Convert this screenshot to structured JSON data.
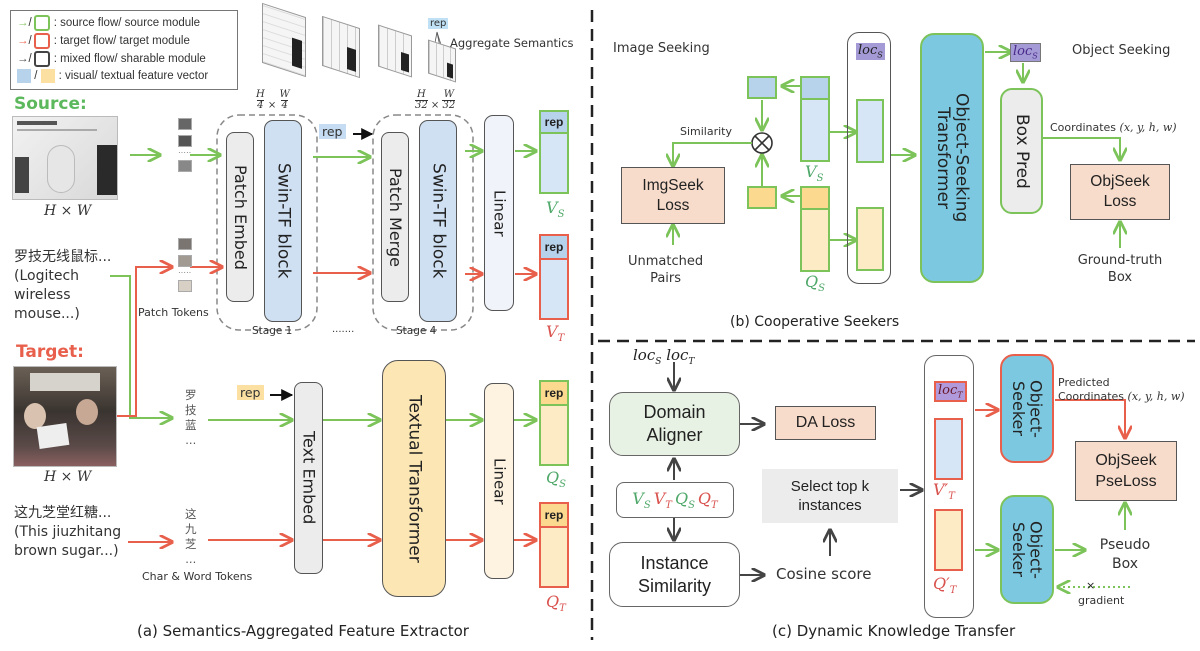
{
  "legend": {
    "items": [
      {
        "label": ": source flow/ source module",
        "color": "#7cc35a"
      },
      {
        "label": ": target flow/ target module",
        "color": "#e8604c"
      },
      {
        "label": ": mixed flow/ sharable module",
        "color": "#444444"
      },
      {
        "label": ": visual/ textual feature vector",
        "color_a": "#b7d3ec",
        "color_b": "#fbe0a2"
      }
    ]
  },
  "colors": {
    "source": "#7cc35a",
    "target": "#e8604c",
    "mixed": "#444444",
    "visual_vec": "#c9dcf0",
    "textual_vec": "#fbe8b8",
    "loss_box": "#f8dccb",
    "transformer_blue": "#7cc8e0"
  },
  "panel_a": {
    "caption": "(a) Semantics-Aggregated Feature Extractor",
    "source_label": "Source:",
    "target_label": "Target:",
    "img_size": "H × W",
    "source_text_cn": "罗技无线鼠标...",
    "source_text_en": [
      "(Logitech",
      "wireless",
      "mouse...)"
    ],
    "target_text_cn": "这九芝堂红糖...",
    "target_text_en": [
      "(This jiuzhitang",
      "brown sugar...)"
    ],
    "patch_tokens": "Patch Tokens",
    "char_word_tokens": "Char & Word Tokens",
    "source_chars": [
      "罗",
      "技",
      "蓝",
      "..."
    ],
    "target_chars": [
      "这",
      "九",
      "芝",
      "..."
    ],
    "aggregate_semantics": "Aggregate Semantics",
    "rep": "rep",
    "res_stage1": {
      "num_h": "H",
      "den_h": "4",
      "num_w": "W",
      "den_w": "4"
    },
    "res_stage4": {
      "num_h": "H",
      "den_h": "32",
      "num_w": "W",
      "den_w": "32"
    },
    "patch_embed": "Patch Embed",
    "swin_block": "Swin-TF block",
    "patch_merge": "Patch Merge",
    "linear": "Linear",
    "stage1": "Stage 1",
    "stage4": "Stage 4",
    "dots": ".......",
    "text_embed": "Text Embed",
    "textual_transformer": "Textual Transformer",
    "vs": "V",
    "vs_sub": "S",
    "vt": "V",
    "vt_sub": "T",
    "qs": "Q",
    "qs_sub": "S",
    "qt": "Q",
    "qt_sub": "T"
  },
  "panel_b": {
    "caption": "(b) Cooperative Seekers",
    "image_seeking": "Image Seeking",
    "object_seeking": "Object Seeking",
    "similarity": "Similarity",
    "imgseek_loss": [
      "ImgSeek",
      "Loss"
    ],
    "unmatched_pairs": [
      "Unmatched",
      "Pairs"
    ],
    "loc": "loc",
    "loc_sub": "S",
    "object_seeking_transformer": [
      "Object-Seeking",
      "Transformer"
    ],
    "box_pred": "Box Pred",
    "coordinates": "Coordinates",
    "coord_vars": "(x, y, h, w)",
    "objseek_loss": [
      "ObjSeek",
      "Loss"
    ],
    "ground_truth_box": [
      "Ground-truth",
      "Box"
    ],
    "vs": "V",
    "vs_sub": "S",
    "qs": "Q",
    "qs_sub": "S"
  },
  "panel_c": {
    "caption": "(c) Dynamic Knowledge Transfer",
    "loc_s": "loc",
    "loc_s_sub": "S",
    "loc_t": "loc",
    "loc_t_sub": "T",
    "domain_aligner": [
      "Domain",
      "Aligner"
    ],
    "da_loss": "DA Loss",
    "features": [
      {
        "sym": "V",
        "sub": "S",
        "color": "#4fa86a"
      },
      {
        "sym": "V",
        "sub": "T",
        "color": "#d9534f"
      },
      {
        "sym": "Q",
        "sub": "S",
        "color": "#4fa86a"
      },
      {
        "sym": "Q",
        "sub": "T",
        "color": "#d9534f"
      }
    ],
    "instance_similarity": [
      "Instance",
      "Similarity"
    ],
    "cosine_score": "Cosine score",
    "select_top_k": [
      "Select top k",
      "instances"
    ],
    "loc_t_box": "loc",
    "loc_t_box_sub": "T",
    "v_prime_t": "V′",
    "v_prime_t_sub": "T",
    "q_prime_t": "Q′",
    "q_prime_t_sub": "T",
    "object_seeker": [
      "Object-",
      "Seeker"
    ],
    "predicted": "Predicted",
    "coordinates": "Coordinates",
    "coord_vars": "(x, y, h, w)",
    "objseek_pseloss": [
      "ObjSeek",
      "PseLoss"
    ],
    "pseudo_box": [
      "Pseudo",
      "Box"
    ],
    "gradient": "gradient"
  }
}
